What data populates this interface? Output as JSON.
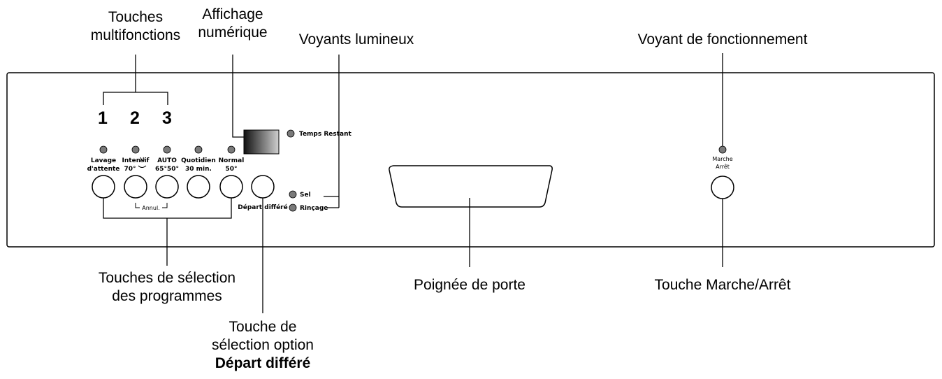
{
  "callouts": {
    "multifunction_keys": [
      "Touches",
      "multifonctions"
    ],
    "digital_display": [
      "Affichage",
      "numérique"
    ],
    "indicator_lights": [
      "Voyants lumineux"
    ],
    "operation_light": [
      "Voyant de fonctionnement"
    ],
    "program_keys": [
      "Touches de sélection",
      "des programmes"
    ],
    "delay_option_key": [
      "Touche de",
      "sélection option",
      "Départ différé"
    ],
    "door_handle": [
      "Poignée de porte"
    ],
    "on_off_key": [
      "Touche Marche/Arrêt"
    ]
  },
  "panel": {
    "numbers": [
      "1",
      "2",
      "3"
    ],
    "programs": [
      {
        "line1": "Lavage",
        "line2": "d'attente"
      },
      {
        "line1": "Intensif",
        "line2": "70°"
      },
      {
        "line1": "AUTO",
        "line2": "65°50°"
      },
      {
        "line1": "Quotidien",
        "line2": "30 min."
      },
      {
        "line1": "Normal",
        "line2": "50°"
      }
    ],
    "cancel_label": "Annul.",
    "delay_label": "Départ différé",
    "time_remaining_label": "Temps Restant",
    "salt_label": "Sel",
    "rinse_label": "Rinçage",
    "on_off_label": [
      "Marche",
      "Arrêt"
    ]
  },
  "colors": {
    "led": "#7a7a7a",
    "display_dark": "#111111",
    "display_light": "#cfcfcf"
  }
}
